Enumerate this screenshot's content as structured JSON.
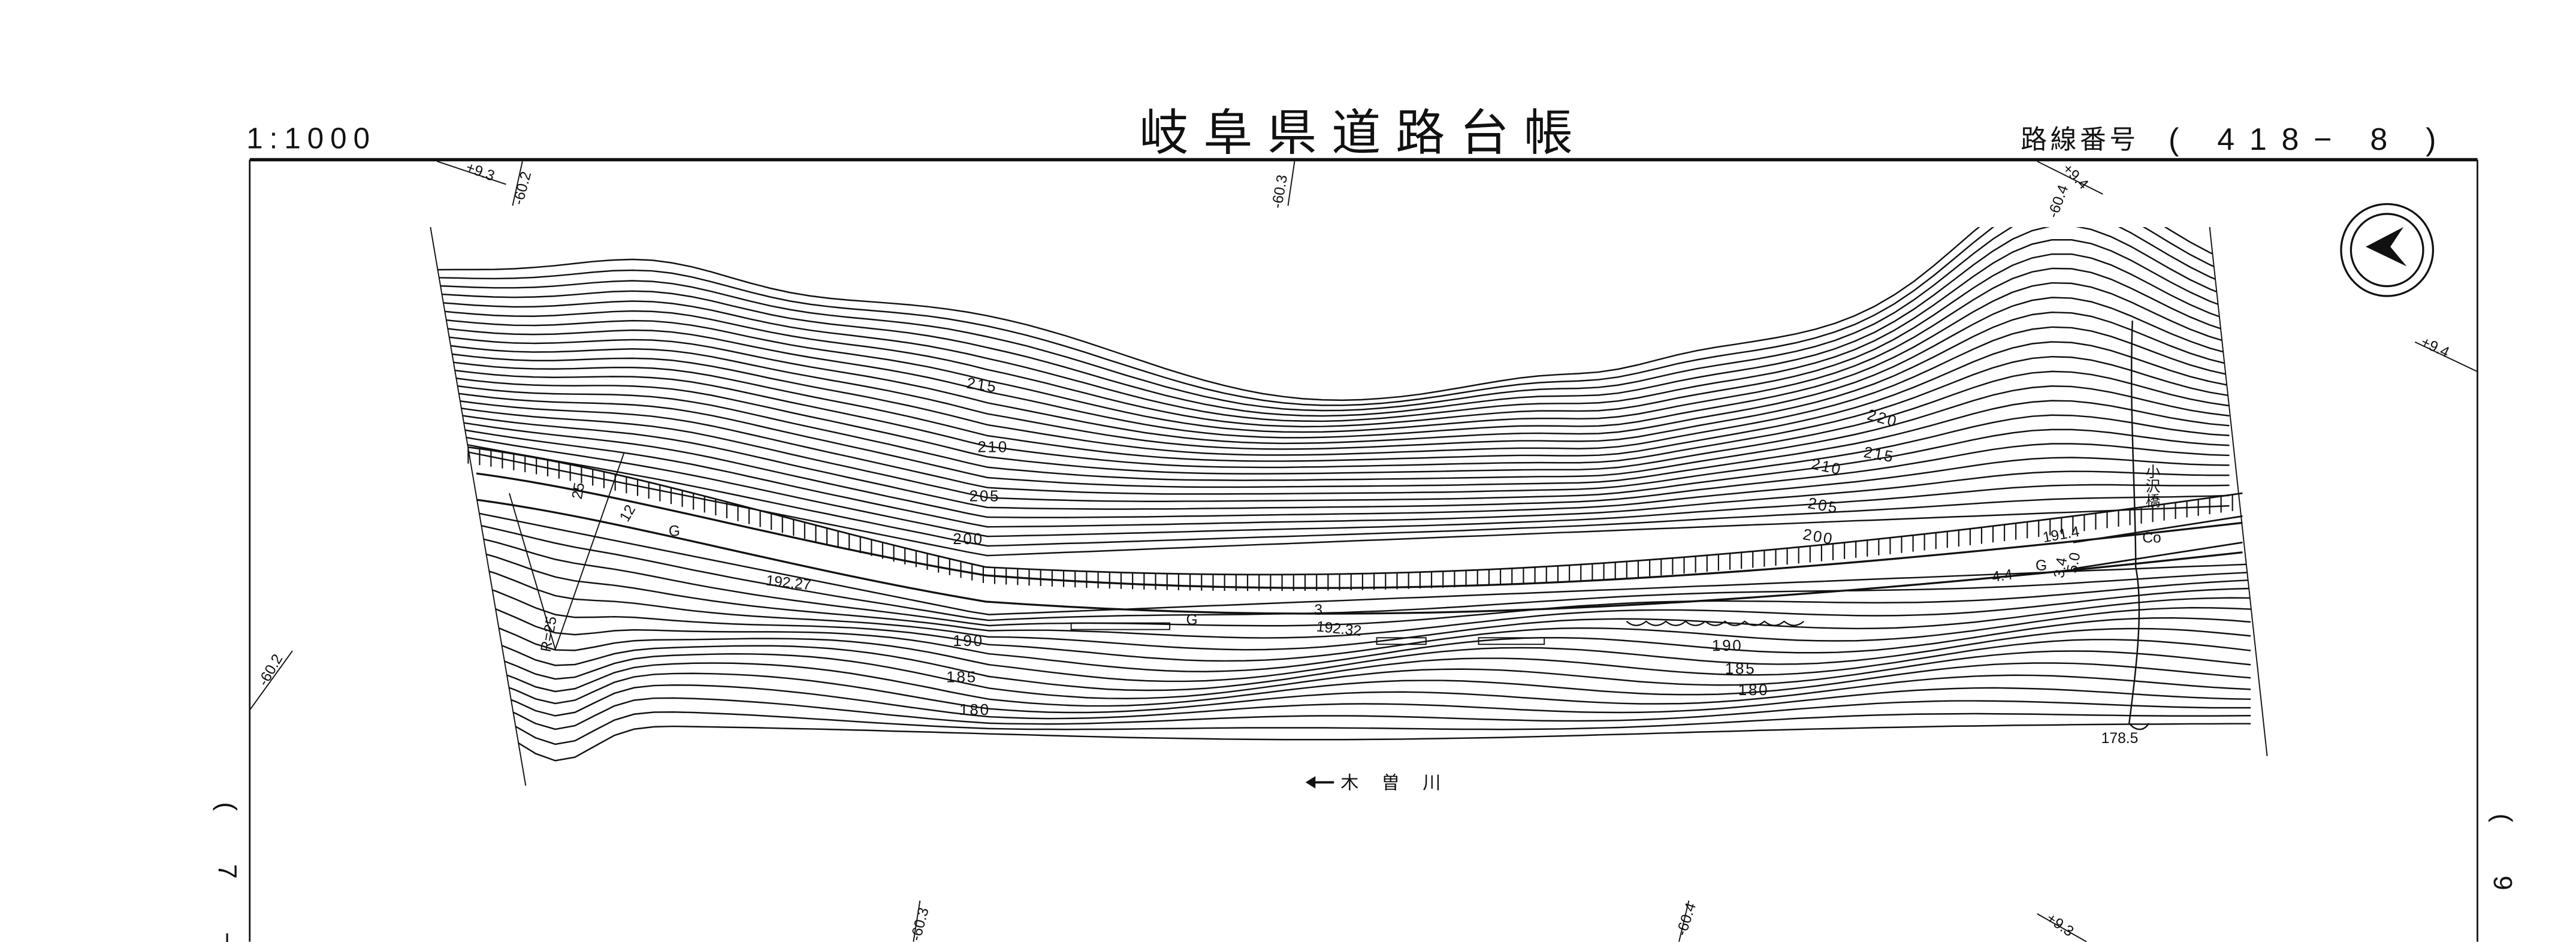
{
  "header": {
    "scale": "1:1000",
    "title": "岐阜県道路台帳",
    "route_label": "路線番号",
    "route_number": "( 418− 8 )"
  },
  "margin_labels": {
    "left_sheet": "( 7 −",
    "right_sheet": "( 9"
  },
  "grid_ticks": [
    "+9.3",
    "-60.2",
    "-60.3",
    "-60.4",
    "+9.4",
    "+9.4",
    "-60.2",
    "-60.3",
    "-60.4",
    "+9.3"
  ],
  "contour_labels": [
    "215",
    "210",
    "205",
    "200",
    "190",
    "185",
    "180",
    "220",
    "215",
    "210",
    "205",
    "200",
    "190",
    "185",
    "180"
  ],
  "spot_heights": [
    "192.27",
    "192.32",
    "191.4",
    "178.5"
  ],
  "road_annotations": [
    "R=25",
    "25",
    "12",
    "G",
    "G",
    "3",
    "4.4",
    "G",
    "5.0",
    "3.4"
  ],
  "features": {
    "bridge_name": "小沢橋",
    "bridge_material": "Co",
    "river_name": "木曽川",
    "north_arrow": "north-arrow-icon"
  }
}
